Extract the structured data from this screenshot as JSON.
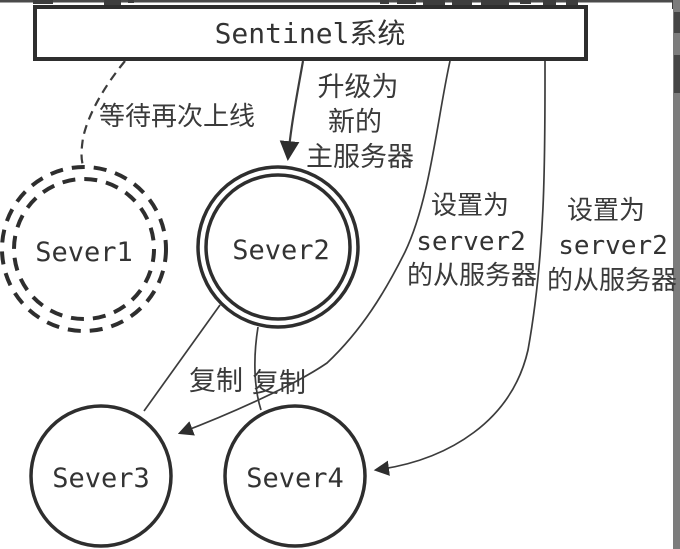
{
  "colors": {
    "ink": "#2e2e2e",
    "label": "#3a3a3a",
    "scrollbar": "#7c7c7c",
    "artifact": "#3d3d3d",
    "background": "#ffffff"
  },
  "sentinel_box": {
    "label": "Sentinel系统"
  },
  "servers": {
    "server1": {
      "label": "Sever1"
    },
    "server2": {
      "label": "Sever2"
    },
    "server3": {
      "label": "Sever3"
    },
    "server4": {
      "label": "Sever4"
    }
  },
  "edges": {
    "wait_online": {
      "label": "等待再次上线"
    },
    "upgrade_master": {
      "lines": [
        "升级为",
        "新的",
        "主服务器"
      ]
    },
    "set_slave_server3": {
      "lines": [
        "设置为",
        "server2",
        "的从服务器"
      ]
    },
    "set_slave_server4": {
      "lines": [
        "设置为",
        "server2",
        "的从服务器"
      ]
    },
    "replicate_left": {
      "label": "复制"
    },
    "replicate_right": {
      "label": "复制"
    }
  }
}
